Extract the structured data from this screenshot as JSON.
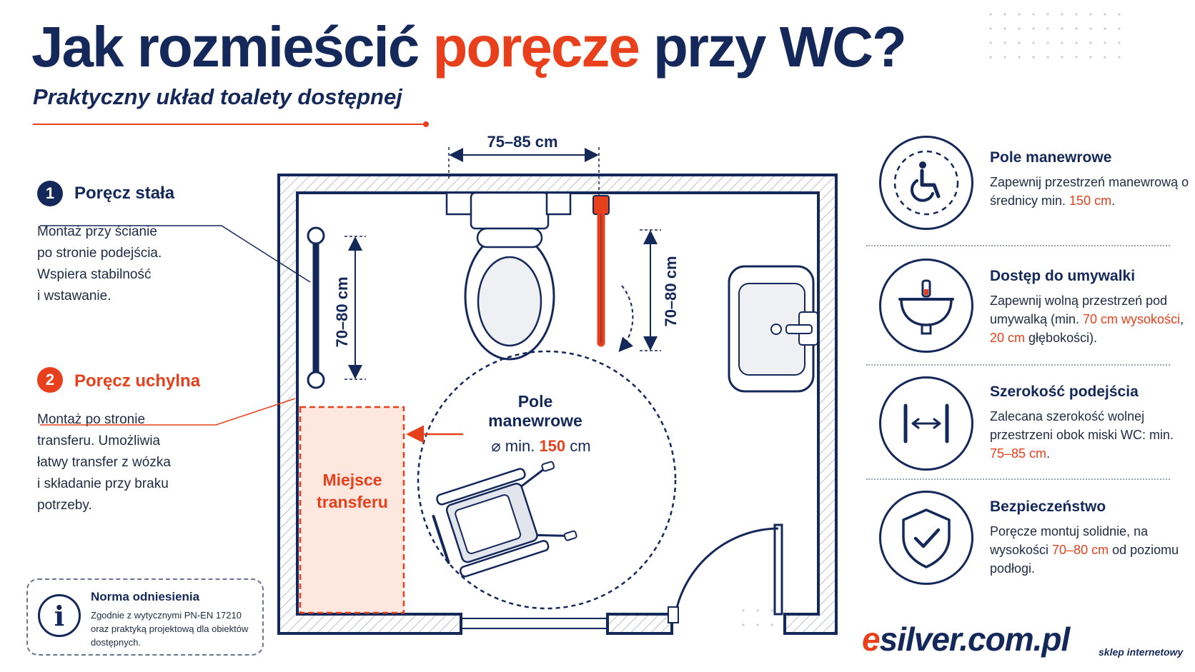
{
  "header": {
    "title_part1": "Jak rozmieścić ",
    "title_highlight": "poręcze",
    "title_part2": " przy WC?",
    "subtitle": "Praktyczny układ toalety dostępnej"
  },
  "left": {
    "item1": {
      "number": "1",
      "title": "Poręcz stała",
      "text": "Montaż przy ścianie\npo stronie podejścia.\nWspiera stabilność\ni wstawanie."
    },
    "item2": {
      "number": "2",
      "title": "Poręcz uchylna",
      "text": "Montaż po stronie\ntransferu. Umożliwia\nłatwy transfer z wózka\ni składanie przy braku\npotrzeby."
    },
    "info": {
      "title": "Norma odniesienia",
      "text": "Zgodnie z wytycznymi PN-EN 17210 oraz praktyką projektową dla obiektów dostępnych."
    }
  },
  "plan": {
    "dim_width": "75–85 cm",
    "dim_height_left": "70–80 cm",
    "dim_height_right": "70–80 cm",
    "maneuver_line1": "Pole",
    "maneuver_line2": "manewrowe",
    "maneuver_min_prefix": "⌀ min. ",
    "maneuver_value": "150",
    "maneuver_unit": " cm",
    "transfer_line1": "Miejsce",
    "transfer_line2": "transferu"
  },
  "features": [
    {
      "icon": "wheelchair-icon",
      "title": "Pole manewrowe",
      "text_before": "Zapewnij przestrzeń manewrową o średnicy min. ",
      "hl1": "150 cm",
      "text_mid": ".",
      "hl2": "",
      "text_after": ""
    },
    {
      "icon": "sink-icon",
      "title": "Dostęp do umywalki",
      "text_before": "Zapewnij wolną przestrzeń pod umywalką (min. ",
      "hl1": "70 cm wysokości",
      "text_mid": ", ",
      "hl2": "20 cm",
      "text_after": " głębokości)."
    },
    {
      "icon": "width-arrows-icon",
      "title": "Szerokość podejścia",
      "text_before": "Zalecana szerokość wolnej przestrzeni obok miski WC: min. ",
      "hl1": "75–85 cm",
      "text_mid": ".",
      "hl2": "",
      "text_after": ""
    },
    {
      "icon": "shield-check-icon",
      "title": "Bezpieczeństwo",
      "text_before": "Poręcze montuj solidnie, na wysokości ",
      "hl1": "70–80 cm",
      "text_mid": " od poziomu podłogi.",
      "hl2": "",
      "text_after": ""
    }
  ],
  "brand": {
    "e": "e",
    "rest": "silver.com.pl",
    "tagline": "sklep internetowy"
  },
  "colors": {
    "navy": "#15285a",
    "accent": "#e8401c"
  }
}
